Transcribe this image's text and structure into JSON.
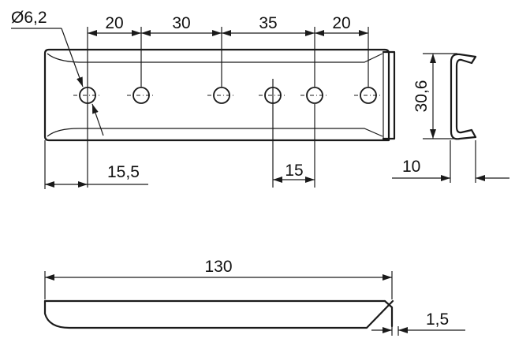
{
  "dimensions": {
    "hole_diameter": "Ø6,2",
    "spacing_1": "20",
    "spacing_2": "30",
    "spacing_3": "35",
    "spacing_4": "20",
    "height": "30,6",
    "edge_offset": "15,5",
    "hole_offset": "15",
    "depth": "10",
    "length": "130",
    "thickness": "1,5"
  },
  "colors": {
    "line": "#1a1a1a",
    "background": "#ffffff"
  }
}
